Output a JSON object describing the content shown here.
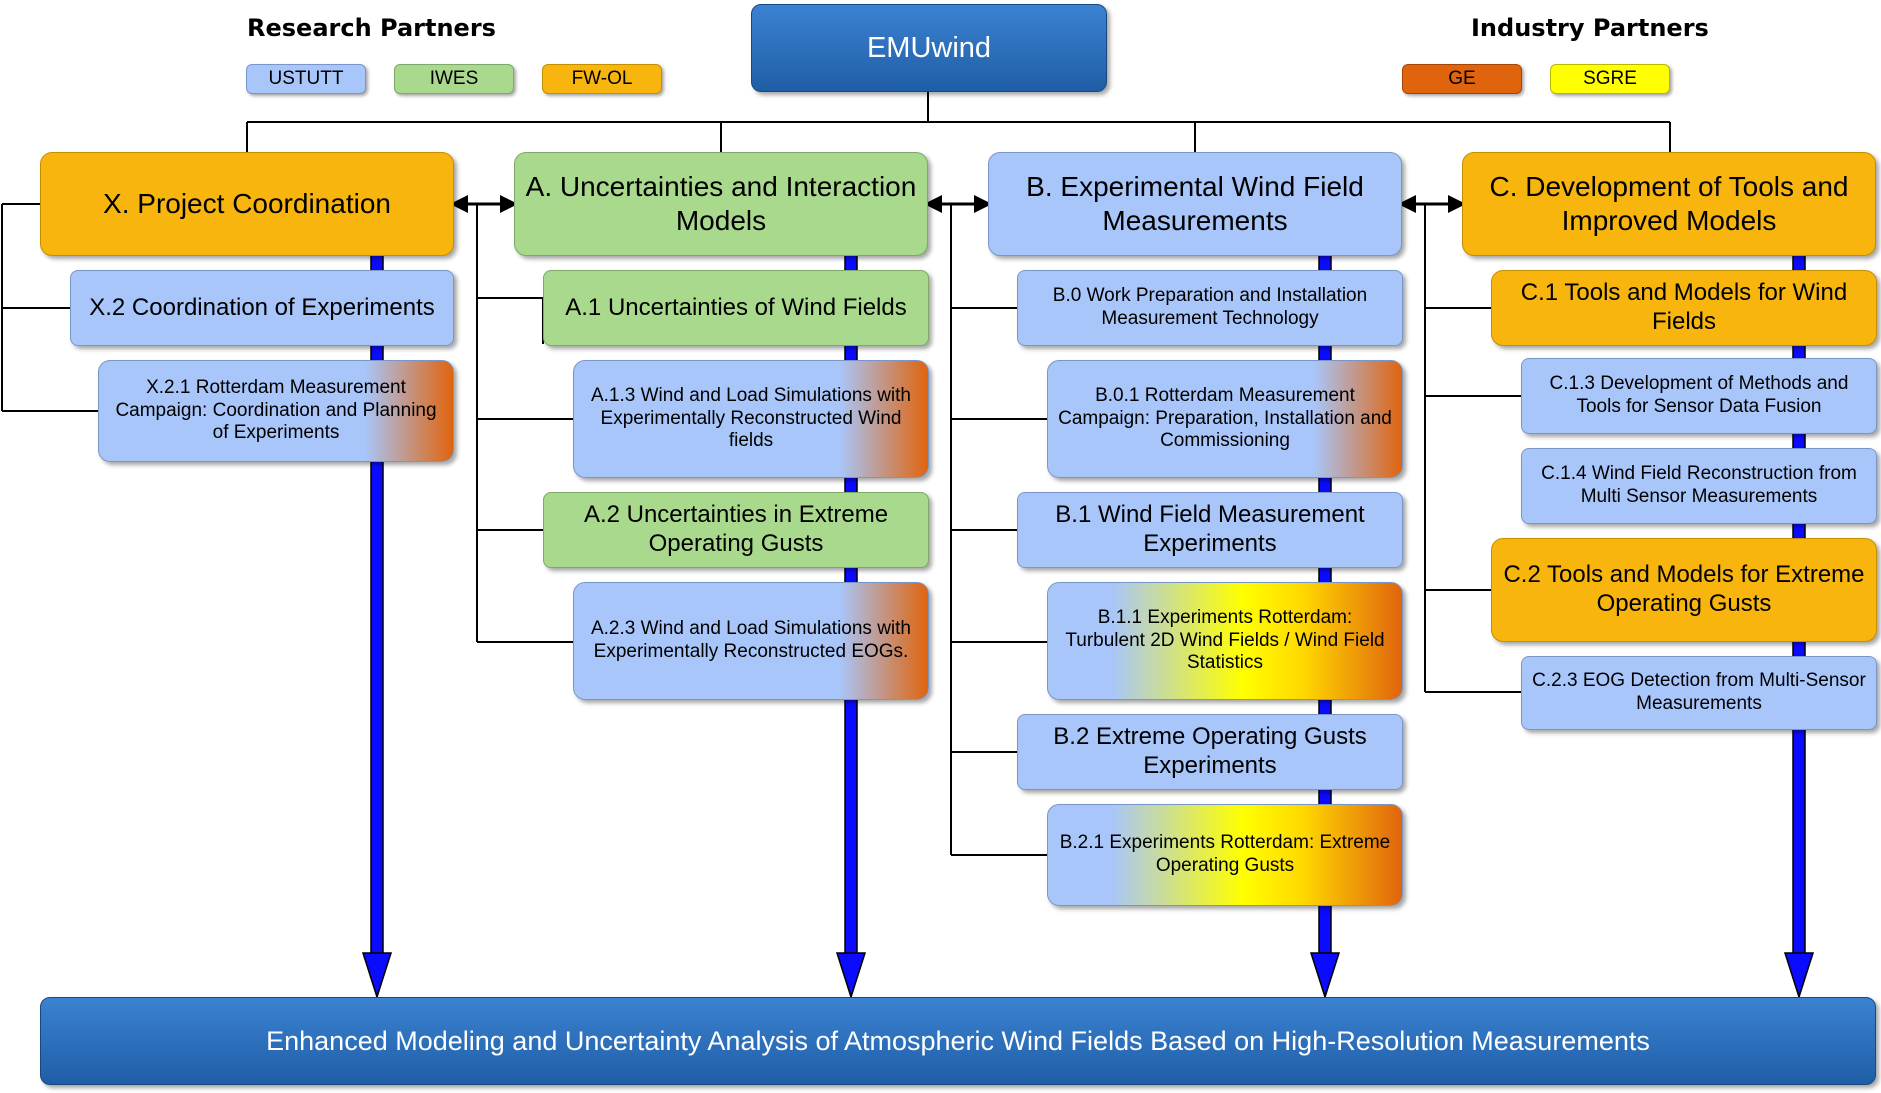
{
  "title": "EMUwind",
  "research_partners": {
    "label": "Research Partners",
    "items": [
      {
        "name": "USTUTT",
        "color": "#a8c6fa"
      },
      {
        "name": "IWES",
        "color": "#a9d98c"
      },
      {
        "name": "FW-OL",
        "color": "#f7b50d"
      }
    ]
  },
  "industry_partners": {
    "label": "Industry Partners",
    "items": [
      {
        "name": "GE",
        "color": "#e0640d"
      },
      {
        "name": "SGRE",
        "color": "#ffff00"
      }
    ]
  },
  "columns": {
    "x": {
      "title": "X. Project Coordination",
      "items": [
        "X.2 Coordination of Experiments",
        "X.2.1 Rotterdam Measurement Campaign: Coordination and Planning of Experiments"
      ]
    },
    "a": {
      "title": "A. Uncertainties and Interaction Models",
      "items": [
        "A.1 Uncertainties of Wind Fields",
        "A.1.3 Wind and Load Simulations with Experimentally Reconstructed Wind fields",
        "A.2 Uncertainties in Extreme Operating Gusts",
        "A.2.3 Wind and Load Simulations with Experimentally Reconstructed EOGs."
      ]
    },
    "b": {
      "title": "B. Experimental Wind Field Measurements",
      "items": [
        "B.0 Work Preparation and Installation Measurement Technology",
        "B.0.1 Rotterdam Measurement Campaign: Preparation, Installation and Commissioning",
        "B.1 Wind Field Measurement Experiments",
        "B.1.1 Experiments Rotterdam: Turbulent 2D Wind Fields / Wind Field Statistics",
        "B.2 Extreme Operating Gusts Experiments",
        "B.2.1 Experiments Rotterdam: Extreme Operating Gusts"
      ]
    },
    "c": {
      "title": "C. Development of Tools and Improved Models",
      "items": [
        "C.1 Tools and Models for Wind Fields",
        "C.1.3 Development of Methods and Tools for Sensor Data Fusion",
        "C.1.4 Wind Field Reconstruction from Multi Sensor Measurements",
        "C.2 Tools and Models for Extreme Operating Gusts",
        "C.2.3 EOG Detection from Multi-Sensor Measurements"
      ]
    }
  },
  "outcome": "Enhanced Modeling and Uncertainty Analysis of Atmospheric Wind Fields Based on High-Resolution Measurements"
}
